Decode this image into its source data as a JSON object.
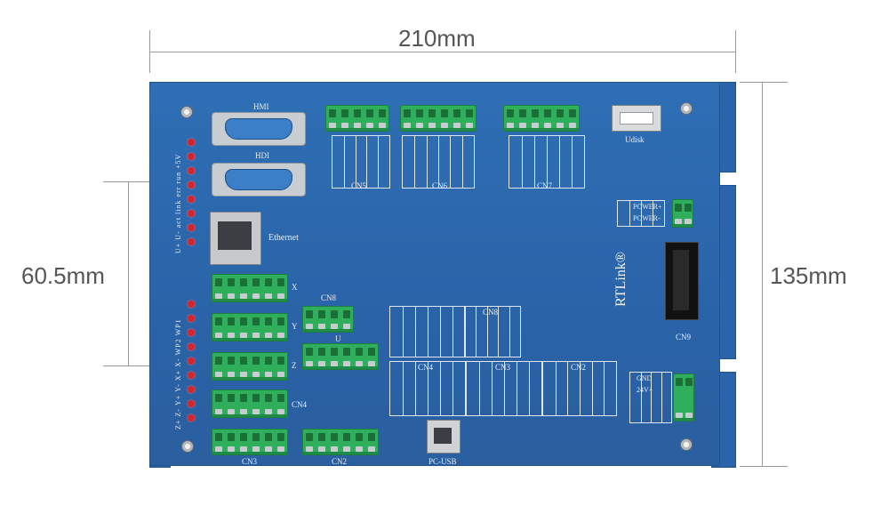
{
  "dimensions": {
    "width_label": "210mm",
    "height_label": "135mm",
    "mount_label": "60.5mm"
  },
  "board": {
    "brand": "RTLink®",
    "connectors": {
      "hmi": "HMI",
      "hdi": "HDI",
      "ethernet": "Ethernet",
      "udisk": "Udisk",
      "pc_usb": "PC-USB",
      "cn2": "CN2",
      "cn3": "CN3",
      "cn4": "CN4",
      "cn5": "CN5",
      "cn6": "CN6",
      "cn7": "CN7",
      "cn8": "CN8",
      "cn9": "CN9",
      "x": "X",
      "y": "Y",
      "z": "Z",
      "u": "U"
    },
    "led_labels": [
      "U+",
      "U-",
      "act",
      "link",
      "err",
      "run",
      "+5V"
    ],
    "io_labels": [
      "Z+",
      "Z-",
      "Y+",
      "Y-",
      "X+",
      "X-",
      "WP2",
      "WP1"
    ],
    "power_labels": [
      "POWER+",
      "POWER-"
    ],
    "power_block": [
      "GND",
      "24V+"
    ]
  },
  "colors": {
    "board": "#2f6fb5",
    "terminal": "#2fae5b",
    "led": "#d8252b"
  }
}
